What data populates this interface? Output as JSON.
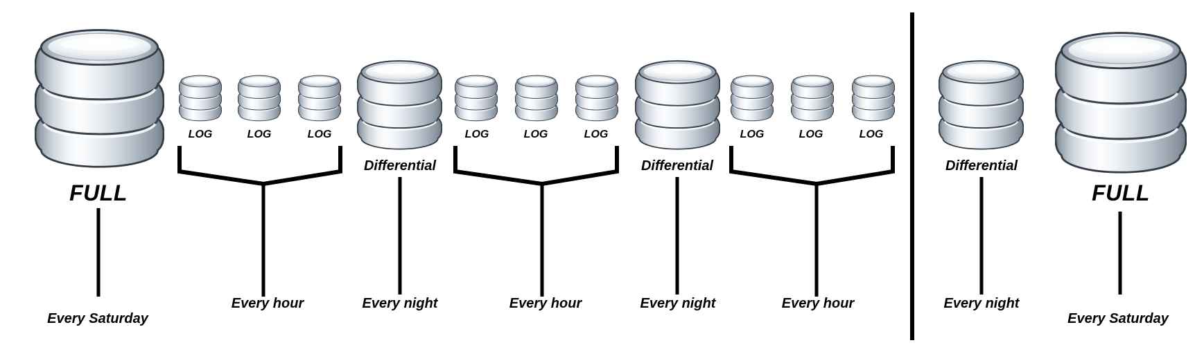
{
  "diagram": {
    "kind": "database-backup-schedule",
    "colors": {
      "background": "#ffffff",
      "line": "#000000",
      "text": "#000000",
      "cylinder_silver": "#d7dde4"
    },
    "nodes": [
      {
        "type": "full",
        "icon": "database-cylinder-icon",
        "size": "large",
        "label": "FULL",
        "schedule": "Every Saturday"
      },
      {
        "type": "log-group",
        "icon": "database-cylinder-icon",
        "size": "small",
        "logs": [
          "LOG",
          "LOG",
          "LOG"
        ],
        "schedule": "Every hour"
      },
      {
        "type": "differential",
        "icon": "database-cylinder-icon",
        "size": "medium",
        "label": "Differential",
        "schedule": "Every night"
      },
      {
        "type": "log-group",
        "icon": "database-cylinder-icon",
        "size": "small",
        "logs": [
          "LOG",
          "LOG",
          "LOG"
        ],
        "schedule": "Every hour"
      },
      {
        "type": "differential",
        "icon": "database-cylinder-icon",
        "size": "medium",
        "label": "Differential",
        "schedule": "Every night"
      },
      {
        "type": "log-group",
        "icon": "database-cylinder-icon",
        "size": "small",
        "logs": [
          "LOG",
          "LOG",
          "LOG"
        ],
        "schedule": "Every hour"
      },
      {
        "type": "divider"
      },
      {
        "type": "differential",
        "icon": "database-cylinder-icon",
        "size": "medium",
        "label": "Differential",
        "schedule": "Every night"
      },
      {
        "type": "full",
        "icon": "database-cylinder-icon",
        "size": "large",
        "label": "FULL",
        "schedule": "Every Saturday"
      }
    ]
  }
}
